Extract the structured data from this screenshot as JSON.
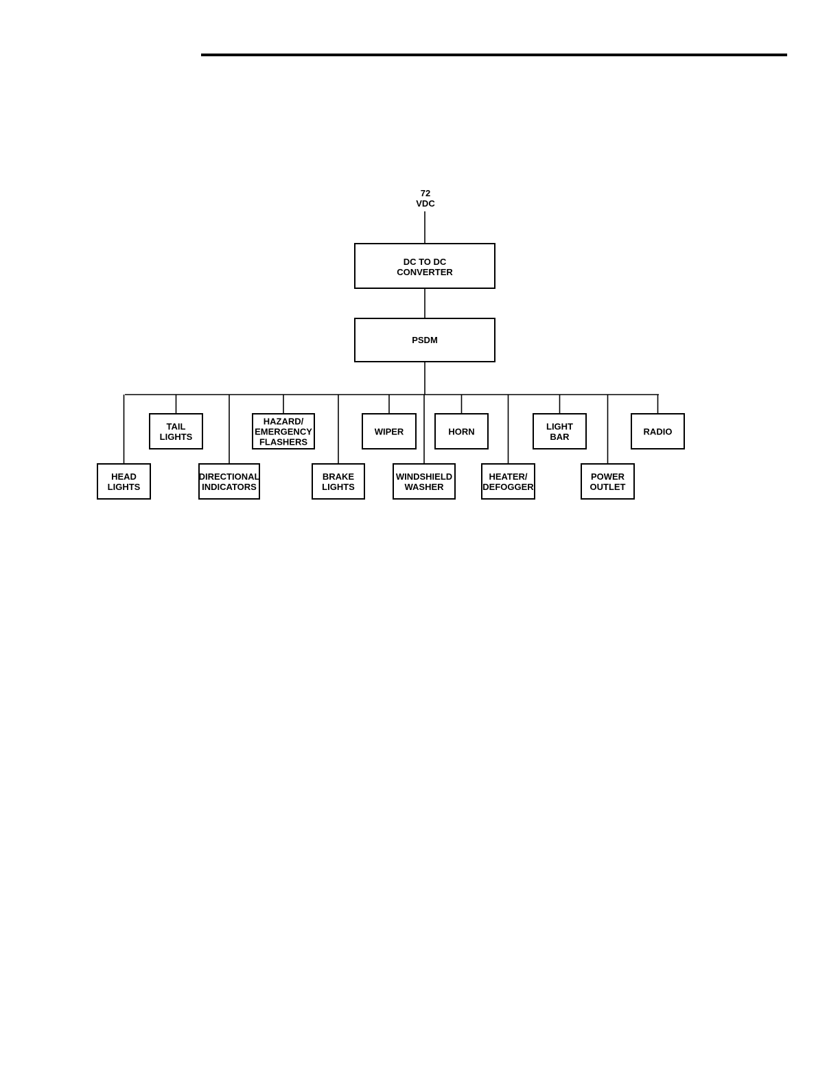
{
  "input": {
    "line1": "72",
    "line2": "VDC"
  },
  "converter": {
    "line1": "DC TO DC",
    "line2": "CONVERTER"
  },
  "psdm": {
    "label": "PSDM"
  },
  "top_row": [
    {
      "id": "tail-lights",
      "lines": [
        "TAIL",
        "LIGHTS"
      ]
    },
    {
      "id": "hazard-emergency-flashers",
      "lines": [
        "HAZARD/",
        "EMERGENCY",
        "FLASHERS"
      ]
    },
    {
      "id": "wiper",
      "lines": [
        "WIPER"
      ]
    },
    {
      "id": "horn",
      "lines": [
        "HORN"
      ]
    },
    {
      "id": "light-bar",
      "lines": [
        "LIGHT",
        "BAR"
      ]
    },
    {
      "id": "radio",
      "lines": [
        "RADIO"
      ]
    }
  ],
  "bottom_row": [
    {
      "id": "head-lights",
      "lines": [
        "HEAD",
        "LIGHTS"
      ]
    },
    {
      "id": "directional-indicators",
      "lines": [
        "DIRECTIONAL",
        "INDICATORS"
      ]
    },
    {
      "id": "brake-lights",
      "lines": [
        "BRAKE",
        "LIGHTS"
      ]
    },
    {
      "id": "windshield-washer",
      "lines": [
        "WINDSHIELD",
        "WASHER"
      ]
    },
    {
      "id": "heater-defogger",
      "lines": [
        "HEATER/",
        "DEFOGGER"
      ]
    },
    {
      "id": "power-outlet",
      "lines": [
        "POWER",
        "OUTLET"
      ]
    }
  ]
}
